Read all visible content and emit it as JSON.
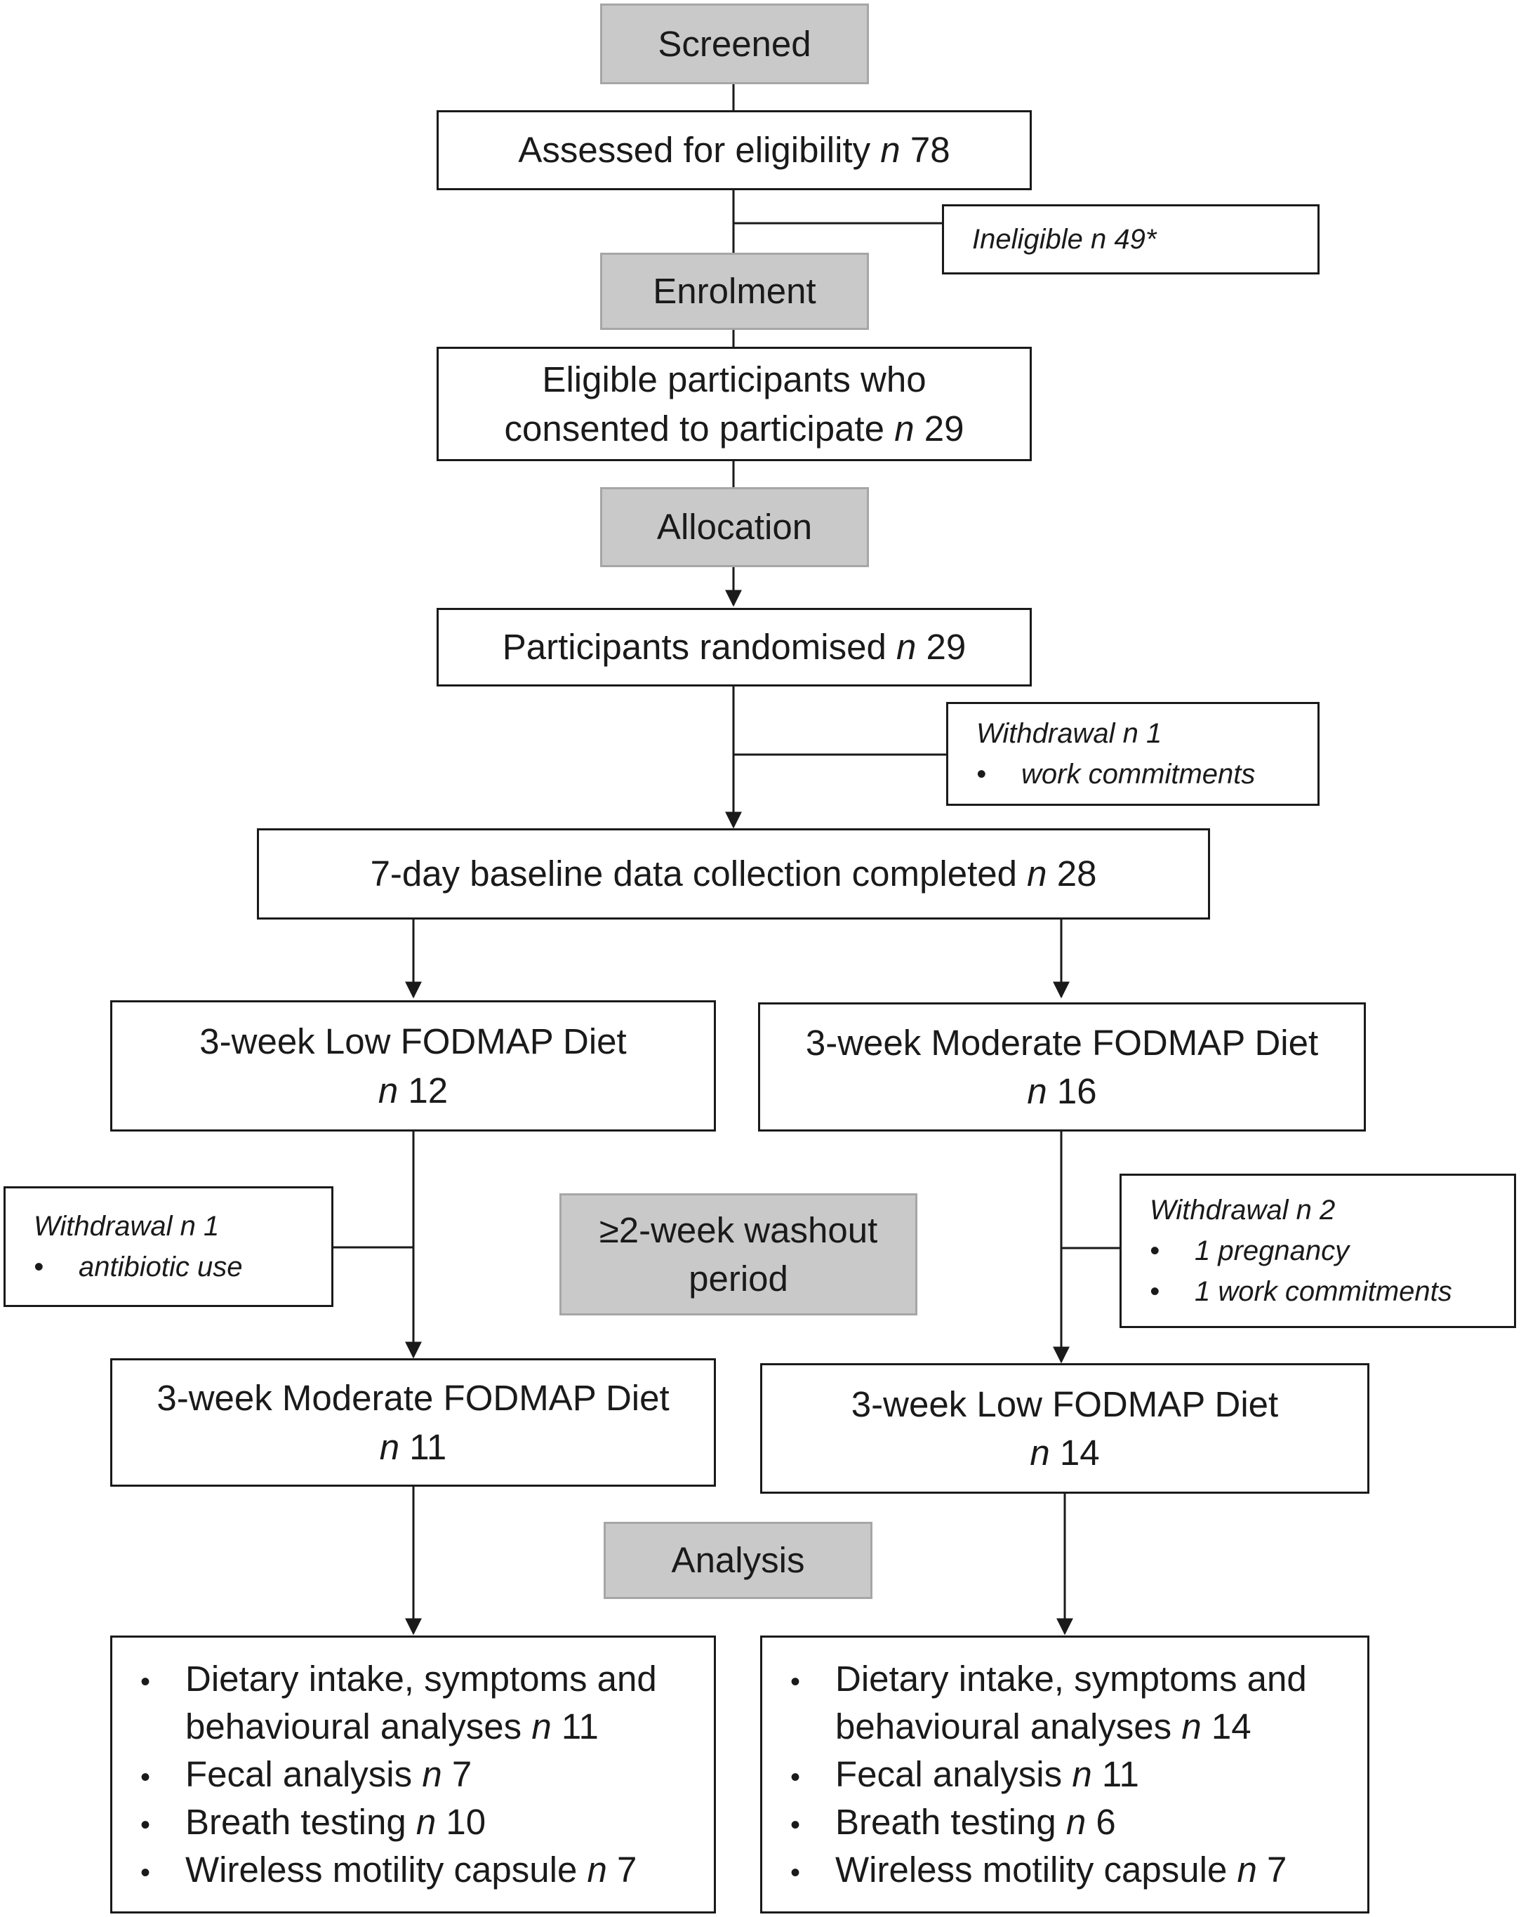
{
  "stages": {
    "screened": "Screened",
    "enrolment": "Enrolment",
    "allocation": "Allocation",
    "washout": "≥2-week washout period",
    "analysis": "Analysis"
  },
  "assessed": {
    "label": "Assessed for eligibility",
    "n": "n",
    "value": "78"
  },
  "ineligible": {
    "text": "Ineligible n 49*"
  },
  "eligible": {
    "line1": "Eligible participants who",
    "line2": "consented to participate",
    "n": "n",
    "value": "29"
  },
  "randomised": {
    "label": "Participants randomised",
    "n": "n",
    "value": "29"
  },
  "withdrawal_baseline": {
    "title": "Withdrawal n 1",
    "items": [
      "work commitments"
    ]
  },
  "baseline": {
    "label": "7-day baseline data collection completed",
    "n": "n",
    "value": "28"
  },
  "arm_a_first": {
    "label": "3-week Low FODMAP Diet",
    "n": "n",
    "value": "12"
  },
  "arm_b_first": {
    "label": "3-week Moderate FODMAP Diet",
    "n": "n",
    "value": "16"
  },
  "withdrawal_a": {
    "title": "Withdrawal n 1",
    "items": [
      "antibiotic use"
    ]
  },
  "withdrawal_b": {
    "title": "Withdrawal n 2",
    "items": [
      "1 pregnancy",
      "1 work commitments"
    ]
  },
  "arm_a_second": {
    "label": "3-week Moderate FODMAP Diet",
    "n": "n",
    "value": "11"
  },
  "arm_b_second": {
    "label": "3-week Low FODMAP Diet",
    "n": "n",
    "value": "14"
  },
  "analysis_a": {
    "items": [
      {
        "line1": "Dietary intake, symptoms and",
        "line2": "behavioural analyses",
        "n": "n",
        "value": "11"
      },
      {
        "line1": "Fecal analysis",
        "n": "n",
        "value": "7"
      },
      {
        "line1": "Breath testing",
        "n": "n",
        "value": "10"
      },
      {
        "line1": "Wireless motility capsule",
        "n": "n",
        "value": "7"
      }
    ]
  },
  "analysis_b": {
    "items": [
      {
        "line1": "Dietary intake, symptoms and",
        "line2": "behavioural analyses",
        "n": "n",
        "value": "14"
      },
      {
        "line1": "Fecal analysis",
        "n": "n",
        "value": "11"
      },
      {
        "line1": "Breath testing",
        "n": "n",
        "value": "6"
      },
      {
        "line1": "Wireless motility capsule",
        "n": "n",
        "value": "7"
      }
    ]
  }
}
